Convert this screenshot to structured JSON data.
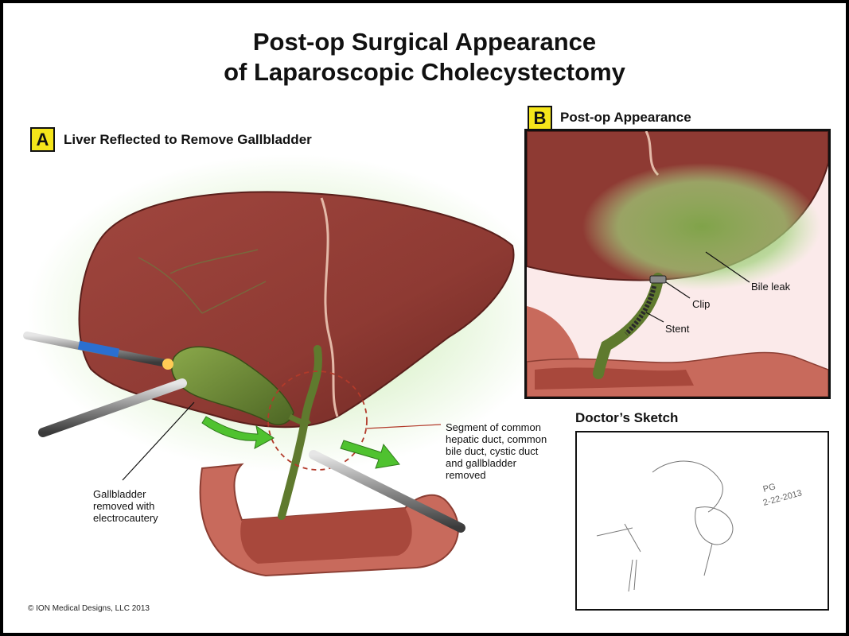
{
  "title": {
    "line1": "Post-op Surgical Appearance",
    "line2": "of Laparoscopic Cholecystectomy"
  },
  "panel_a": {
    "badge": "A",
    "heading": "Liver Reflected to Remove Gallbladder",
    "callout_gallbladder": [
      "Gallbladder",
      "removed with",
      "electrocautery"
    ],
    "callout_segment": [
      "Segment of common",
      "hepatic duct, common",
      "bile duct, cystic duct",
      "and gallbladder",
      "removed"
    ]
  },
  "panel_b": {
    "badge": "B",
    "heading": "Post-op Appearance",
    "label_bile_leak": "Bile leak",
    "label_clip": "Clip",
    "label_stent": "Stent"
  },
  "sketch": {
    "heading": "Doctor’s Sketch",
    "handwriting": [
      "PG",
      "2-22-2013"
    ]
  },
  "copyright": "© ION Medical Designs, LLC 2013",
  "colors": {
    "liver": "#8e3a33",
    "liver_shadow": "#6b2621",
    "gallbladder": "#5f7a2e",
    "bile_glow": "#9fd07a",
    "arrow_green": "#4fc22f",
    "intestine": "#c86a5c",
    "badge_yellow": "#f5e51a",
    "callout_red": "#b23a2a"
  }
}
